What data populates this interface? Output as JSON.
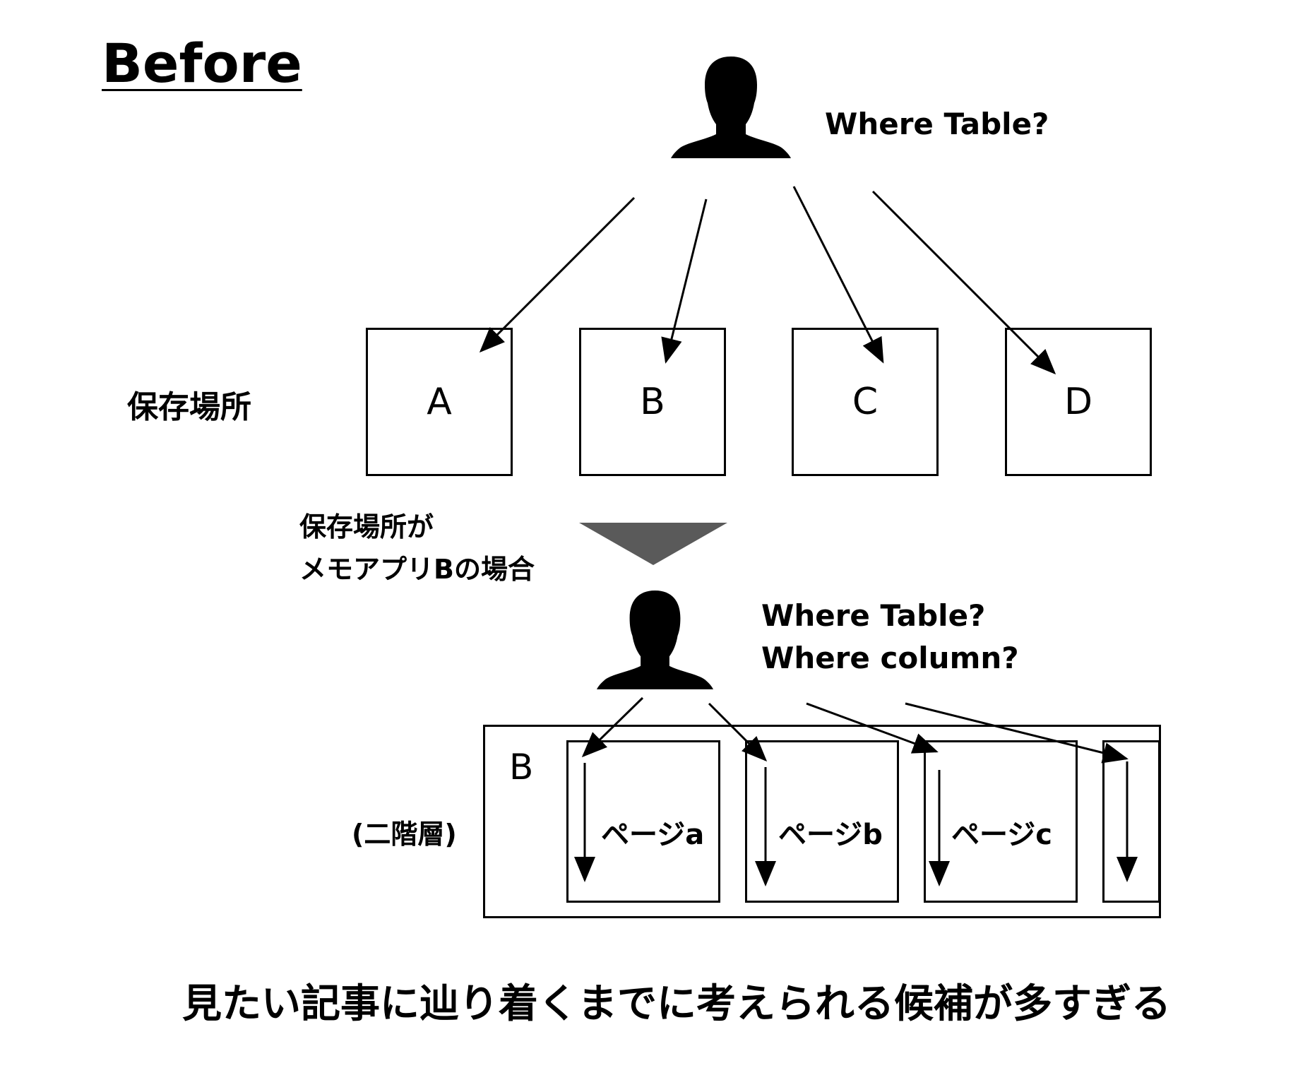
{
  "title": "Before",
  "top": {
    "question": "Where Table?",
    "storage_label": "保存場所",
    "storages": [
      "A",
      "B",
      "C",
      "D"
    ]
  },
  "condition": {
    "line1": "保存場所が",
    "line2": "メモアプリBの場合"
  },
  "bottom": {
    "question_line1": "Where Table?",
    "question_line2": "Where column?",
    "container_label": "B",
    "level_label": "(二階層)",
    "pages": [
      "ページa",
      "ページb",
      "ページc"
    ]
  },
  "conclusion": "見たい記事に辿り着くまでに考えられる候補が多すぎる"
}
